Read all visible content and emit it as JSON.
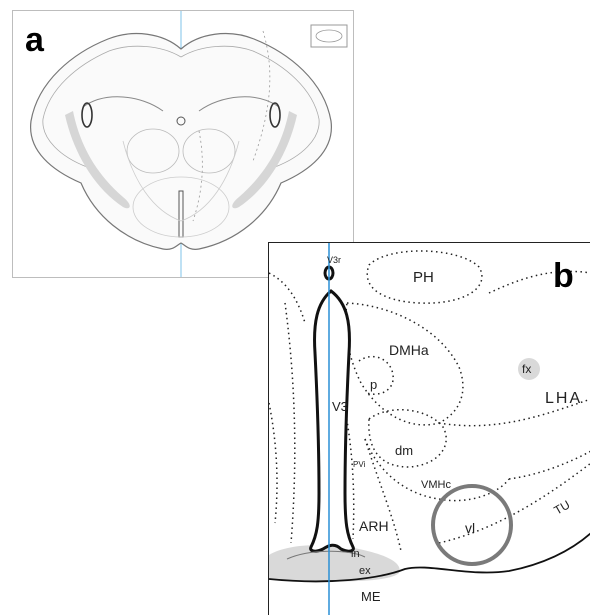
{
  "figure": {
    "panel_a": {
      "letter": "a"
    },
    "panel_b": {
      "letter": "b",
      "regions": {
        "v3r": "V3r",
        "ph": "PH",
        "fx": "fx",
        "lha": "LHA",
        "dmha": "DMHa",
        "p": "p",
        "v3": "V3",
        "dm": "dm",
        "pvi": "PVi",
        "vmhc": "VMHc",
        "tu": "TU",
        "arh": "ARH",
        "vl": "vl",
        "in": "in",
        "ex": "ex",
        "me": "ME"
      }
    }
  },
  "colors": {
    "midline": "#2a8fd6",
    "outline": "#111111",
    "shade": "#d9d9d9",
    "circle": "#777777"
  }
}
